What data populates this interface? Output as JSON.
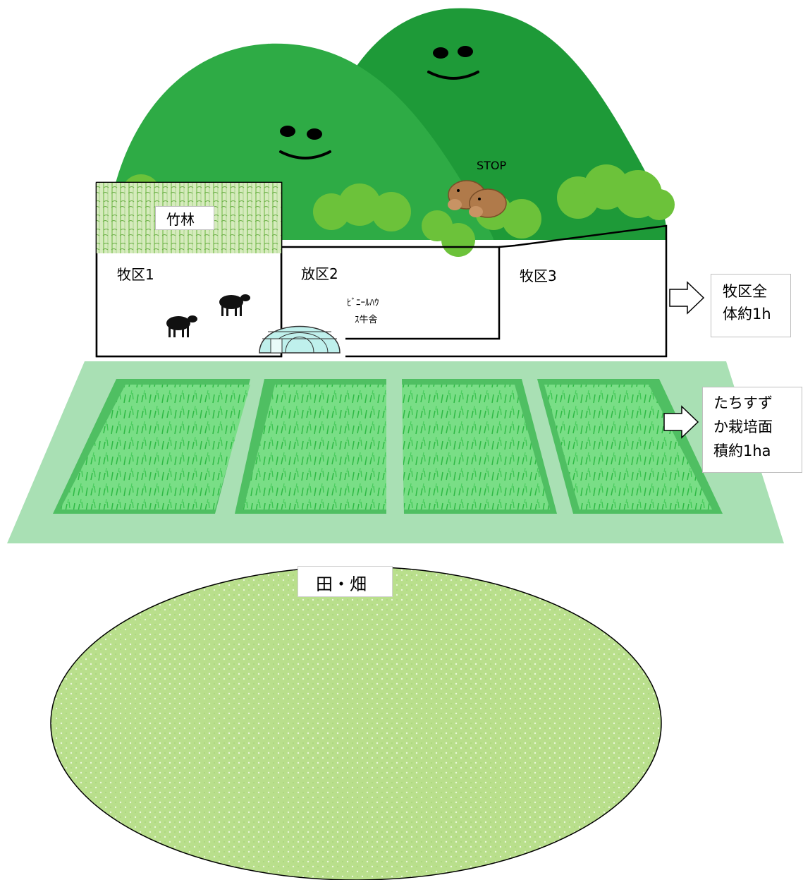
{
  "labels": {
    "bamboo": "竹林",
    "pasture1": "牧区1",
    "pasture2": "放区2",
    "pasture3": "牧区3",
    "house_line1": "ﾋﾞﾆｰﾙﾊｳ",
    "house_line2": "ｽ牛舎",
    "stop": "STOP",
    "pasture_total_line1": "牧区全",
    "pasture_total_line2": "体約1h",
    "tachisuzuka_line1": "たちすず",
    "tachisuzuka_line2": "か栽培面",
    "tachisuzuka_line3": "積約1ha",
    "field": "田・畑"
  },
  "colors": {
    "mountain_back": "#1e9a38",
    "mountain_front": "#2eab45",
    "bush": "#6cc23a",
    "bamboo_bg": "#cfe6b2",
    "bamboo_line": "#7fbf5a",
    "field_base": "#a9e0b4",
    "field_plot": "#6bd97a",
    "field_plot_edge": "#3fbf55",
    "ellipse_fill": "#b8e08a",
    "ellipse_dot": "#ffffff",
    "boar": "#b07a4a",
    "cow": "#111111",
    "greenhouse": "#bfeeea"
  }
}
